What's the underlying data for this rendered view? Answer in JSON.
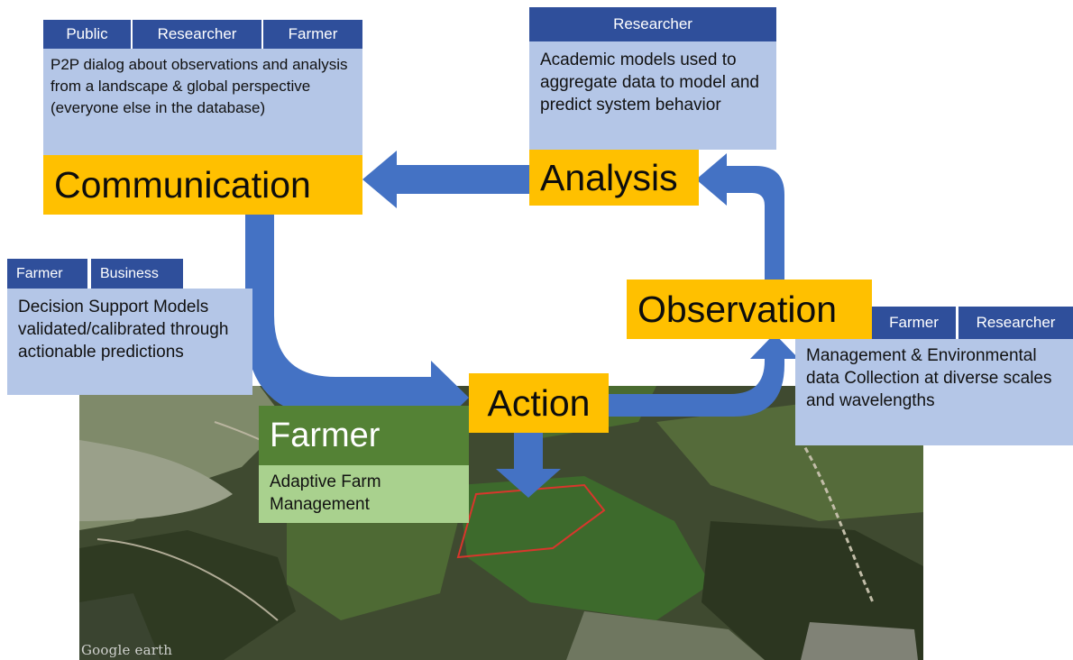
{
  "communication": {
    "tags": [
      "Public",
      "Researcher",
      "Farmer"
    ],
    "description": "P2P dialog about observations and analysis from a landscape & global perspective (everyone else in the database)",
    "label": "Communication"
  },
  "analysis": {
    "tags": [
      "Researcher"
    ],
    "description": "Academic models used to aggregate data to model and predict system  behavior",
    "label": "Analysis"
  },
  "decision": {
    "tags": [
      "Farmer",
      "Business"
    ],
    "description": "Decision Support Models validated/calibrated through actionable predictions"
  },
  "observation": {
    "label": "Observation",
    "tags": [
      "Farmer",
      "Researcher"
    ],
    "description": "Management & Environmental data Collection at diverse scales and wavelengths"
  },
  "action": {
    "label": "Action"
  },
  "farmer": {
    "title": "Farmer",
    "description": "Adaptive Farm Management"
  },
  "watermark": "Google earth",
  "colors": {
    "arrow": "#4472c4",
    "tag": "#2f4f9b",
    "description_bg": "#b4c6e7",
    "stage_bg": "#ffc000",
    "farmer_dark": "#548235",
    "farmer_light": "#a9d18e",
    "field_outline": "#d9362c"
  }
}
